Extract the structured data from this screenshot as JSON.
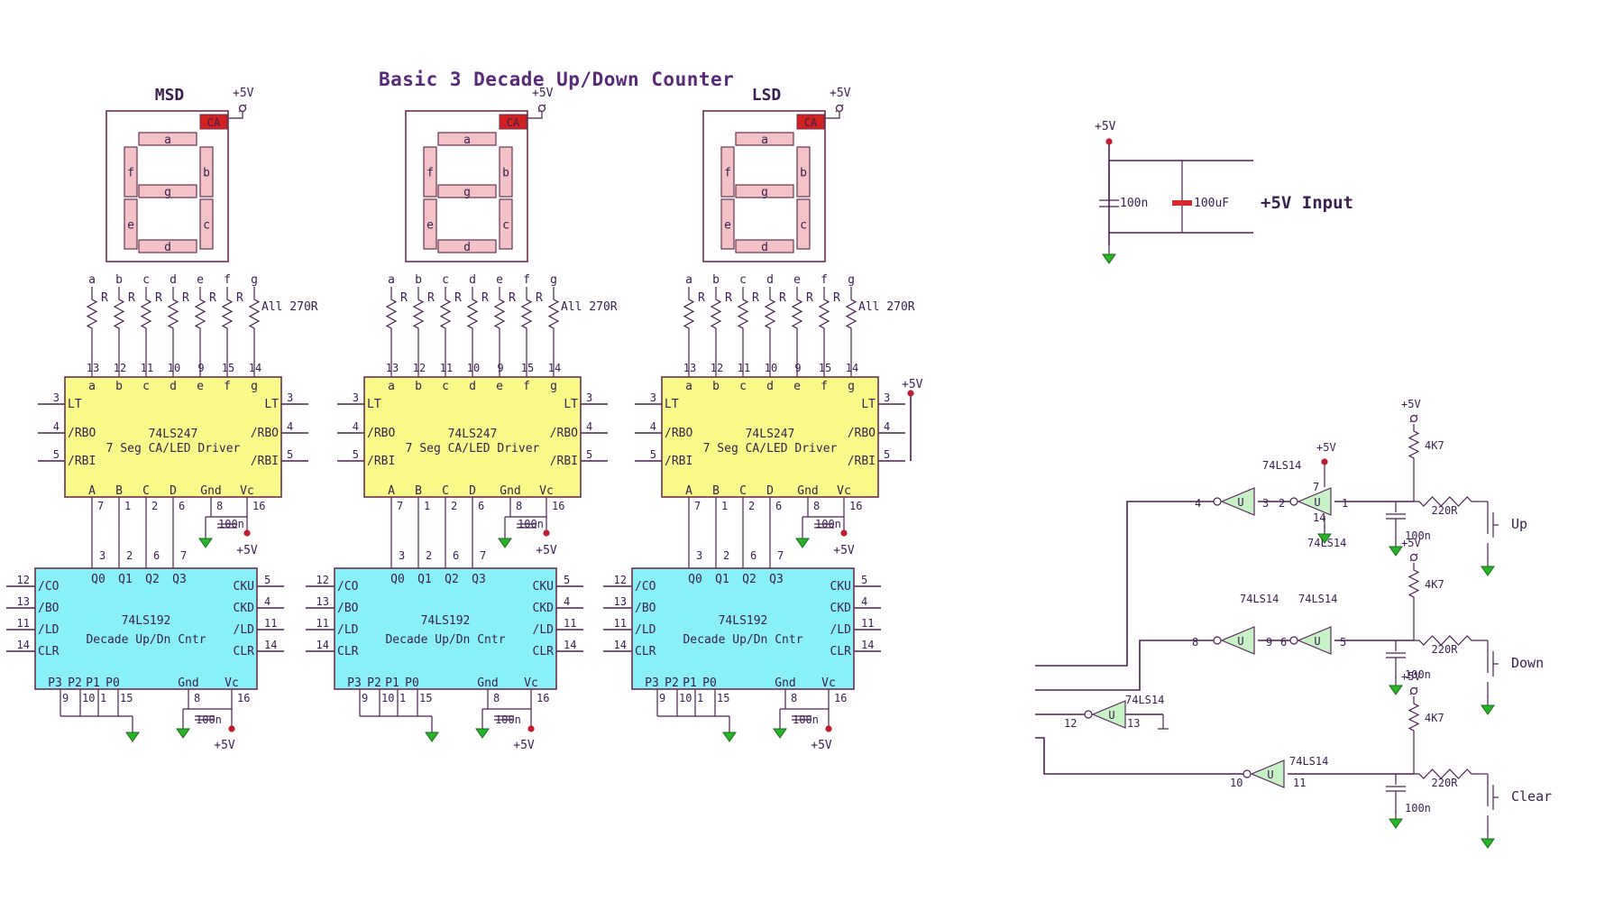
{
  "title": "Basic 3 Decade Up/Down Counter",
  "display_labels": [
    "MSD",
    "",
    "LSD"
  ],
  "segment_names": [
    "a",
    "b",
    "c",
    "d",
    "e",
    "f",
    "g"
  ],
  "ca_label": "CA",
  "supply_label": "+5V",
  "resistor_letter": "R",
  "resistor_note": "All 270R",
  "driver": {
    "chip": "74LS247",
    "desc": "7 Seg CA/LED Driver",
    "top_pins": [
      "13",
      "12",
      "11",
      "10",
      "9",
      "15",
      "14"
    ],
    "left_pins": [
      "LT",
      "/RBO",
      "/RBI"
    ],
    "left_pin_nums": [
      "3",
      "4",
      "5"
    ],
    "bottom_pins": [
      "A",
      "B",
      "C",
      "D",
      "Gnd",
      "Vc"
    ],
    "bottom_pin_nums": [
      "7",
      "1",
      "2",
      "6",
      "8",
      "16"
    ]
  },
  "counter": {
    "chip": "74LS192",
    "desc": "Decade Up/Dn Cntr",
    "q_pins": [
      "Q0",
      "Q1",
      "Q2",
      "Q3"
    ],
    "q_pin_nums": [
      "3",
      "2",
      "6",
      "7"
    ],
    "left_pins": [
      "/CO",
      "/BO",
      "/LD",
      "CLR"
    ],
    "left_pin_nums": [
      "12",
      "13",
      "11",
      "14"
    ],
    "right_pins": [
      "CKU",
      "CKD",
      "/LD",
      "CLR"
    ],
    "right_pin_nums": [
      "5",
      "4",
      "11",
      "14"
    ],
    "p_pins": [
      "P3",
      "P2",
      "P1",
      "P0"
    ],
    "p_pin_nums": [
      "9",
      "10",
      "1",
      "15"
    ],
    "power_pins": [
      "Gnd",
      "Vc"
    ],
    "power_pin_nums": [
      "8",
      "16"
    ]
  },
  "decoupling": "100n",
  "input_supply": {
    "cap1": "100n",
    "cap2": "100uF",
    "label": "+5V Input"
  },
  "inverter_chip": "74LS14",
  "pullup": "4K7",
  "series_res": "220R",
  "filter_cap": "100n",
  "buttons": [
    "Up",
    "Down",
    "Clear"
  ],
  "gate_pins": {
    "up": [
      "4",
      "3",
      "2",
      "7",
      "1",
      "14"
    ],
    "down": [
      "8",
      "9",
      "6",
      "5"
    ],
    "ld": [
      "12",
      "13"
    ],
    "clear": [
      "10",
      "11"
    ]
  },
  "gate_symbol": "U"
}
